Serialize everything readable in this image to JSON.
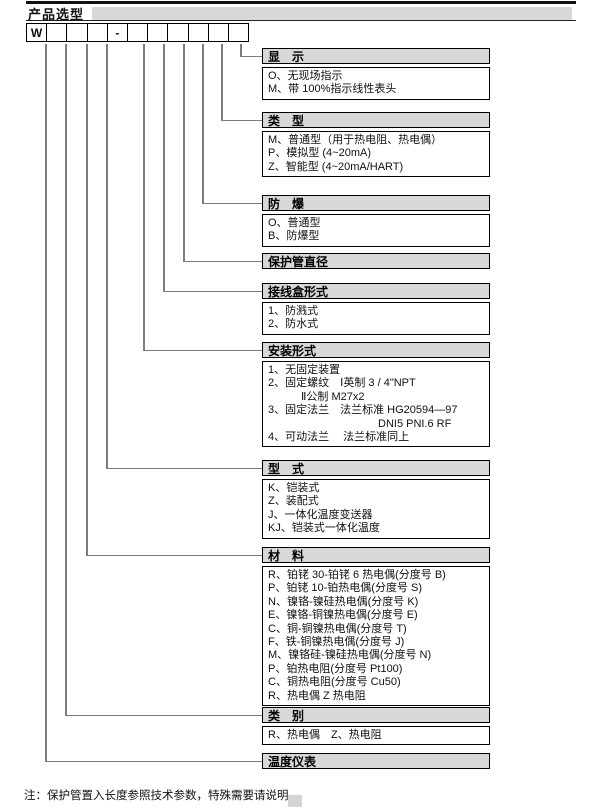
{
  "page_title": "产品选型",
  "model_code": {
    "cells": [
      "W",
      "",
      "",
      "",
      "-",
      "",
      "",
      "",
      "",
      "",
      ""
    ]
  },
  "sections": [
    {
      "id": "display",
      "title": "显　示",
      "items": [
        "O、无现场指示",
        "M、带 100%指示线性表头"
      ]
    },
    {
      "id": "type",
      "title": "类　型",
      "items": [
        "M、普通型（用于热电阻、热电偶）",
        "P、模拟型 (4~20mA)",
        "Z、智能型 (4~20mA/HART)"
      ]
    },
    {
      "id": "explosion-proof",
      "title": "防　爆",
      "items": [
        "O、普通型",
        "B、防爆型"
      ]
    },
    {
      "id": "protection-tube-diameter",
      "title": "保护管直径",
      "items": []
    },
    {
      "id": "junction-box-form",
      "title": "接线盒形式",
      "items": [
        "1、防溅式",
        "2、防水式"
      ]
    },
    {
      "id": "installation-form",
      "title": "安装形式",
      "items": [
        "1、无固定装置",
        "2、固定螺纹　Ⅰ英制 3 / 4\"NPT",
        "　　　Ⅱ公制 M27x2",
        "3、固定法兰　法兰标准 HG20594—97",
        "　　　　　　　　　　DNI5 PNI.6 RF",
        "4、可动法兰　 法兰标准同上"
      ]
    },
    {
      "id": "style",
      "title": "型　式",
      "items": [
        "K、铠装式",
        "Z、装配式",
        "J、一体化温度变送器",
        "KJ、铠装式一体化温度"
      ]
    },
    {
      "id": "material",
      "title": "材　料",
      "items": [
        "R、铂铑 30-铂铑 6 热电偶(分度号 B)",
        "P、铂铑 10-铂热电偶(分度号 S)",
        "N、镍铬-镍硅热电偶(分度号 K)",
        "E、镍铬-铜镍热电偶(分度号 E)",
        "C、铜-铜镍热电偶(分度号 T)",
        "F、铁-铜镍热电偶(分度号 J)",
        "M、镍铬硅-镍硅热电偶(分度号 N)",
        "P、铂热电阻(分度号 Pt100)",
        "C、铜热电阻(分度号 Cu50)",
        "R、热电偶 Z 热电阻"
      ]
    },
    {
      "id": "category",
      "title": "类　别",
      "items": [
        "R、热电偶　Z、热电阻"
      ]
    },
    {
      "id": "temperature-instrument",
      "title": "温度仪表",
      "items": []
    }
  ],
  "note": "注：保护管置入长度参照技术参数，特殊需要请说明。",
  "colors": {
    "header_bar": "#d8d8d8",
    "connector_line": "#7d7d7d",
    "border": "#000000",
    "background": "#ffffff"
  }
}
